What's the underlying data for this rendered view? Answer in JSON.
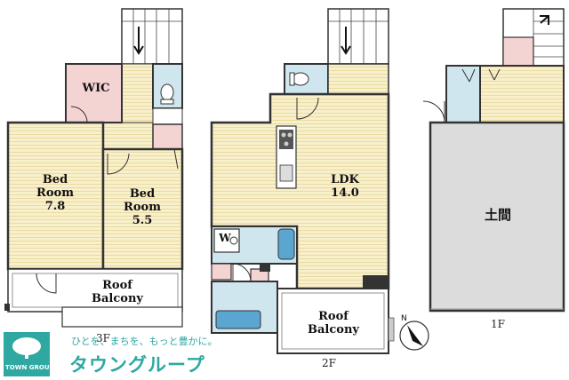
{
  "rooms": {
    "wic": "WIC",
    "bed1_line1": "Bed",
    "bed1_line2": "Room",
    "bed1_size": "7.8",
    "bed2_line1": "Bed",
    "bed2_line2": "Room",
    "bed2_size": "5.5",
    "roof3_line1": "Roof",
    "roof3_line2": "Balcony",
    "ldk": "LDK",
    "ldk_size": "14.0",
    "wo": "W",
    "roof2_line1": "Roof",
    "roof2_line2": "Balcony",
    "doma": "土間"
  },
  "floors": {
    "f3": "3F",
    "f2": "2F",
    "f1": "1F"
  },
  "compass": {
    "north": "N"
  },
  "brand": {
    "tagline": "ひとを、まちを、もっと豊かに。",
    "name": "タウングループ",
    "logo_text": "TOWN GROUP"
  },
  "colors": {
    "bed": "#f7edc4",
    "stripe": "#e9d89c",
    "wet": "#cfe6ef",
    "pink": "#f3d1d1",
    "wall": "#3a3a3a",
    "doma": "#dedede",
    "brand": "#2fa8a2"
  }
}
